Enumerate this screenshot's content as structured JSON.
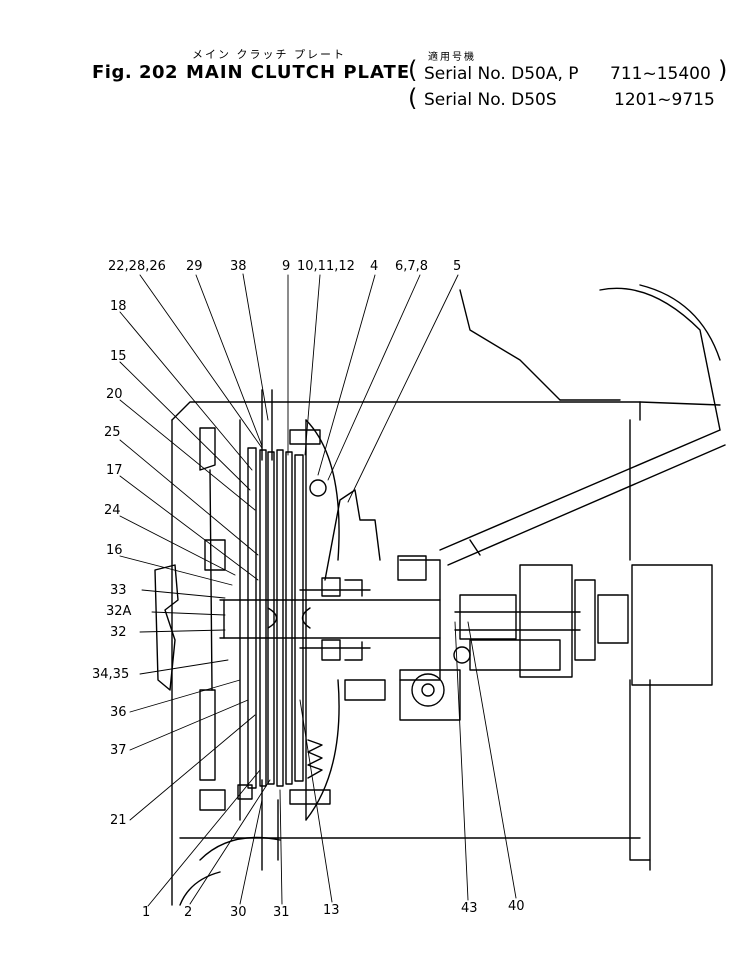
{
  "header": {
    "fig_label": "Fig. 202",
    "title": "MAIN CLUTCH PLATE",
    "title_kana": "メイン クラッチ プレート",
    "serial_note": "適用号機",
    "serial_1_model": "Serial No. D50A, P",
    "serial_1_range": "711~15400",
    "serial_2_model": "Serial No. D50S",
    "serial_2_range": "1201~9715",
    "paren_open": "(",
    "paren_close": ")"
  },
  "callouts": {
    "c1": "22,28,26",
    "c2": "29",
    "c3": "38",
    "c4": "9",
    "c5": "10,11,12",
    "c6": "4",
    "c7": "6,7,8",
    "c8": "5",
    "c9": "18",
    "c10": "15",
    "c11": "20",
    "c12": "25",
    "c13": "17",
    "c14": "24",
    "c15": "16",
    "c16": "33",
    "c17": "32A",
    "c18": "32",
    "c19": "34,35",
    "c20": "36",
    "c21": "37",
    "c22": "21",
    "c23": "1",
    "c24": "2",
    "c25": "30",
    "c26": "31",
    "c27": "13",
    "c28": "43",
    "c29": "40"
  }
}
